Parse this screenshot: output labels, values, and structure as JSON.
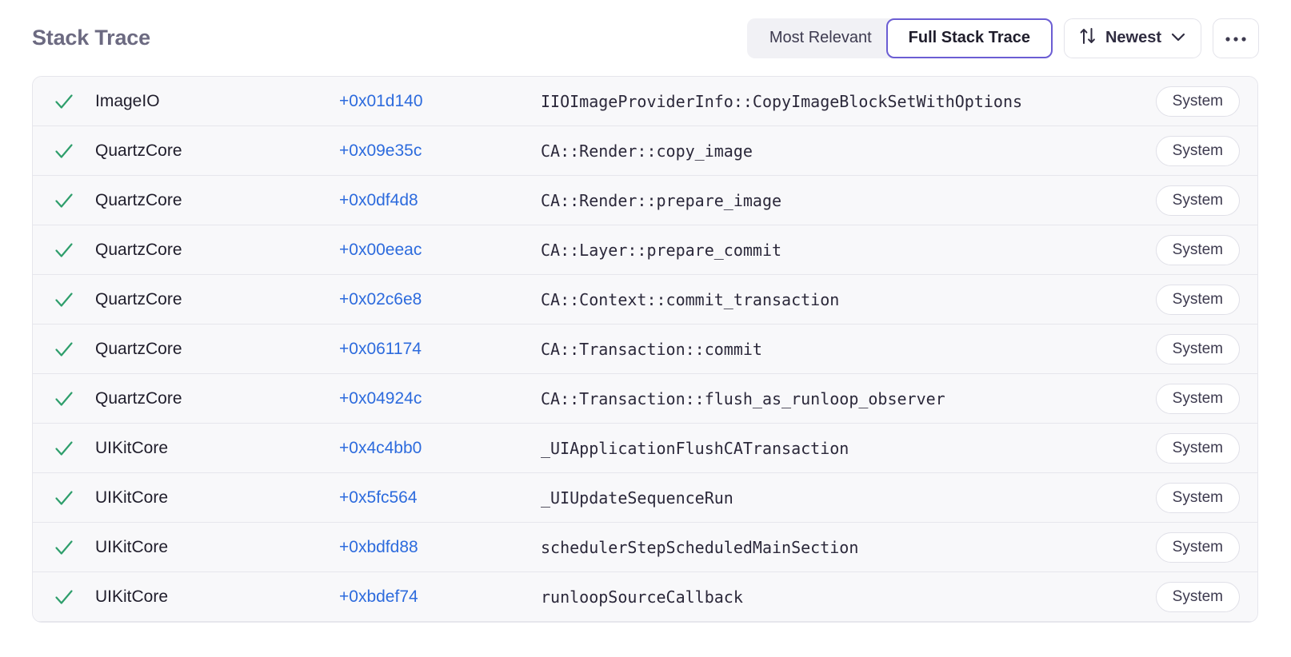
{
  "header": {
    "title": "Stack Trace",
    "segmented": {
      "options": [
        {
          "label": "Most Relevant",
          "active": false
        },
        {
          "label": "Full Stack Trace",
          "active": true
        }
      ]
    },
    "sort": {
      "icon": "sort-updown-icon",
      "label": "Newest",
      "chevron": "chevron-down-icon"
    },
    "overflow": {
      "icon": "ellipsis-icon",
      "label": "···"
    }
  },
  "colors": {
    "accent_purple": "#6b5dd3",
    "link_blue": "#2d6bdd",
    "check_green": "#2e9e6b",
    "row_background": "#f8f8fa",
    "row_border": "#e6e6ec",
    "title_gray": "#6c6a81"
  },
  "stack_table": {
    "rows": [
      {
        "check": "check-icon",
        "image": "ImageIO",
        "offset": "+0x01d140",
        "symbol": "IIOImageProviderInfo::CopyImageBlockSetWithOptions",
        "badge": "System"
      },
      {
        "check": "check-icon",
        "image": "QuartzCore",
        "offset": "+0x09e35c",
        "symbol": "CA::Render::copy_image",
        "badge": "System"
      },
      {
        "check": "check-icon",
        "image": "QuartzCore",
        "offset": "+0x0df4d8",
        "symbol": "CA::Render::prepare_image",
        "badge": "System"
      },
      {
        "check": "check-icon",
        "image": "QuartzCore",
        "offset": "+0x00eeac",
        "symbol": "CA::Layer::prepare_commit",
        "badge": "System"
      },
      {
        "check": "check-icon",
        "image": "QuartzCore",
        "offset": "+0x02c6e8",
        "symbol": "CA::Context::commit_transaction",
        "badge": "System"
      },
      {
        "check": "check-icon",
        "image": "QuartzCore",
        "offset": "+0x061174",
        "symbol": "CA::Transaction::commit",
        "badge": "System"
      },
      {
        "check": "check-icon",
        "image": "QuartzCore",
        "offset": "+0x04924c",
        "symbol": "CA::Transaction::flush_as_runloop_observer",
        "badge": "System"
      },
      {
        "check": "check-icon",
        "image": "UIKitCore",
        "offset": "+0x4c4bb0",
        "symbol": "_UIApplicationFlushCATransaction",
        "badge": "System"
      },
      {
        "check": "check-icon",
        "image": "UIKitCore",
        "offset": "+0x5fc564",
        "symbol": "_UIUpdateSequenceRun",
        "badge": "System"
      },
      {
        "check": "check-icon",
        "image": "UIKitCore",
        "offset": "+0xbdfd88",
        "symbol": "schedulerStepScheduledMainSection",
        "badge": "System"
      },
      {
        "check": "check-icon",
        "image": "UIKitCore",
        "offset": "+0xbdef74",
        "symbol": "runloopSourceCallback",
        "badge": "System"
      }
    ]
  }
}
